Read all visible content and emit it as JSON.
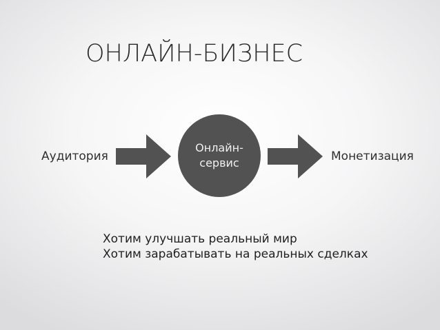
{
  "slide": {
    "title": "ОНЛАЙН-БИЗНЕС",
    "diagram": {
      "left_label": "Аудитория",
      "center_lines": [
        "Онлайн-",
        "сервис"
      ],
      "right_label": "Монетизация"
    },
    "lines": [
      "Хотим улучшать реальный мир",
      "Хотим зарабатывать на реальных сделках"
    ]
  },
  "colors": {
    "circle_fill": "#525252",
    "arrow_fill": "#525252",
    "text": "#2b2b2b"
  },
  "icons": {
    "arrow": "right-arrow-icon"
  }
}
